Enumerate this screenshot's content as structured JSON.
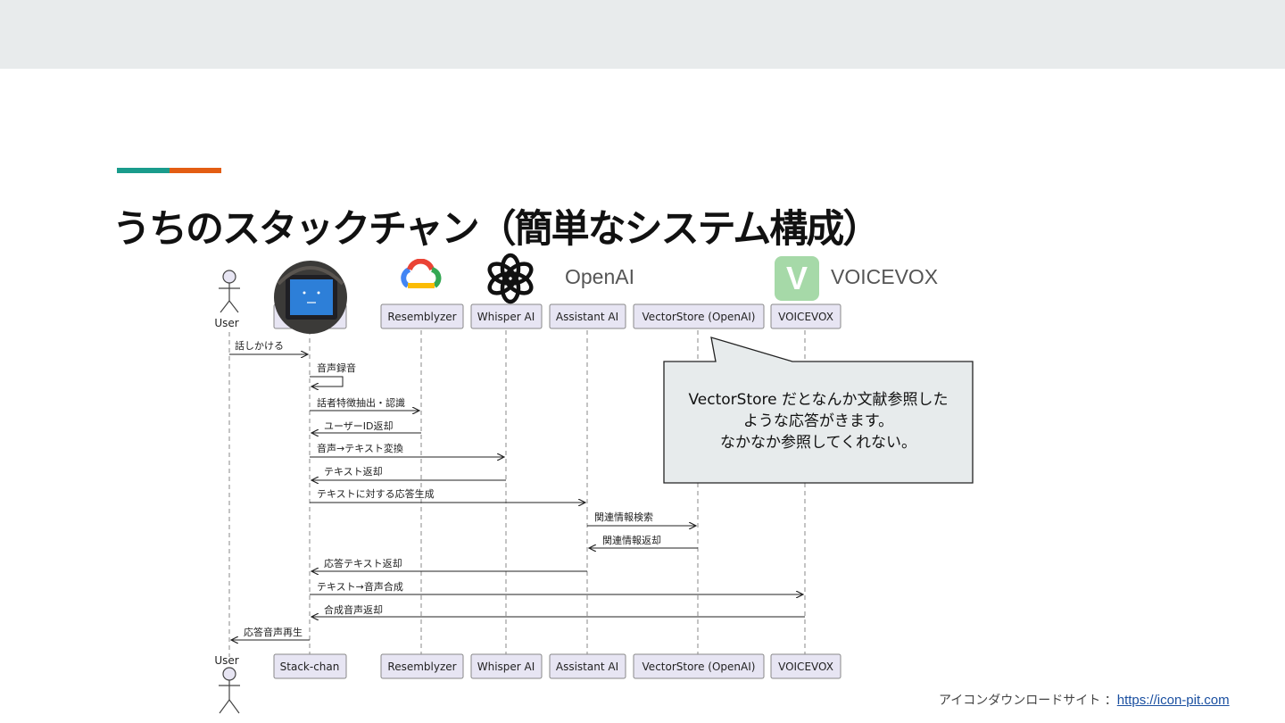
{
  "slide": {
    "title": "うちのスタックチャン（簡単なシステム構成）",
    "credit_label": "アイコンダウンロードサイト ：",
    "credit_link": "https://icon-pit.com"
  },
  "logos": {
    "openai_label": "OpenAI",
    "voicevox_label": "VOICEVOX",
    "voicevox_letter": "V"
  },
  "diagram": {
    "actor_top": "User",
    "actor_bottom": "User",
    "participants": [
      "Stack-chan",
      "Resemblyzer",
      "Whisper AI",
      "Assistant AI",
      "VectorStore (OpenAI)",
      "VOICEVOX"
    ],
    "messages": [
      "話しかける",
      "音声録音",
      "話者特徴抽出・認識",
      "ユーザーID返却",
      "音声→テキスト変換",
      "テキスト返却",
      "テキストに対する応答生成",
      "関連情報検索",
      "関連情報返却",
      "応答テキスト返却",
      "テキスト→音声合成",
      "合成音声返却",
      "応答音声再生"
    ]
  },
  "callout": {
    "line1": "VectorStore だとなんか文献参照した",
    "line2": "ような応答がきます。",
    "line3": "なかなか参照してくれない。"
  },
  "colors": {
    "teal": "#1a9c8c",
    "orange": "#e35d13",
    "participant_fill": "#e7e5f3",
    "voicevox_green": "#a6d9a8"
  }
}
